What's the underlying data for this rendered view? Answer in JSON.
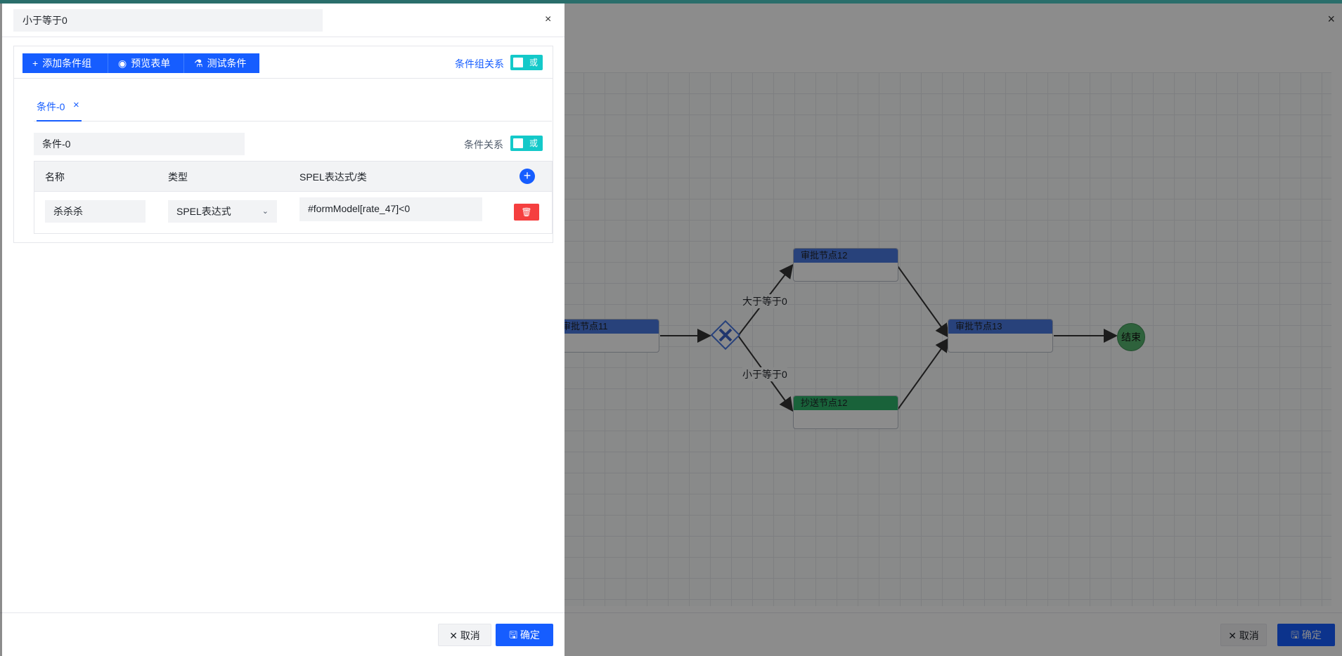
{
  "background": {
    "close_icon": "×",
    "flow": {
      "nodes": [
        {
          "label": "审批节点11",
          "color": "#4a78e0"
        },
        {
          "label": "审批节点12",
          "color": "#4a78e0"
        },
        {
          "label": "抄送节点12",
          "color": "#2fb36b"
        },
        {
          "label": "审批节点13",
          "color": "#4a78e0"
        }
      ],
      "gateway_icon": "exclusive-gateway-icon",
      "edges": {
        "upper": "大于等于0",
        "lower": "小于等于0"
      },
      "end_label": "结束"
    },
    "footer": {
      "cancel": "取消",
      "ok": "确定"
    }
  },
  "drawer": {
    "title_value": "小于等于0",
    "close_icon": "×",
    "toolbar": {
      "add_group": "添加条件组",
      "preview_form": "预览表单",
      "test_condition": "测试条件",
      "group_relation_label": "条件组关系",
      "group_relation_value": "或"
    },
    "tab": {
      "label": "条件-0",
      "close_icon": "×"
    },
    "condition": {
      "name_value": "条件-0",
      "relation_label": "条件关系",
      "relation_value": "或",
      "table": {
        "headers": [
          "名称",
          "类型",
          "SPEL表达式/类"
        ],
        "add_icon": "+",
        "rows": [
          {
            "name": "杀杀杀",
            "type": "SPEL表达式",
            "expression": "#formModel[rate_47]<0"
          }
        ]
      }
    },
    "footer": {
      "cancel": "取消",
      "ok": "确定"
    }
  },
  "colors": {
    "primary": "#165dff",
    "danger": "#f53f3f",
    "switch": "#14c9c9",
    "accent_top": "#4dc8c4"
  }
}
